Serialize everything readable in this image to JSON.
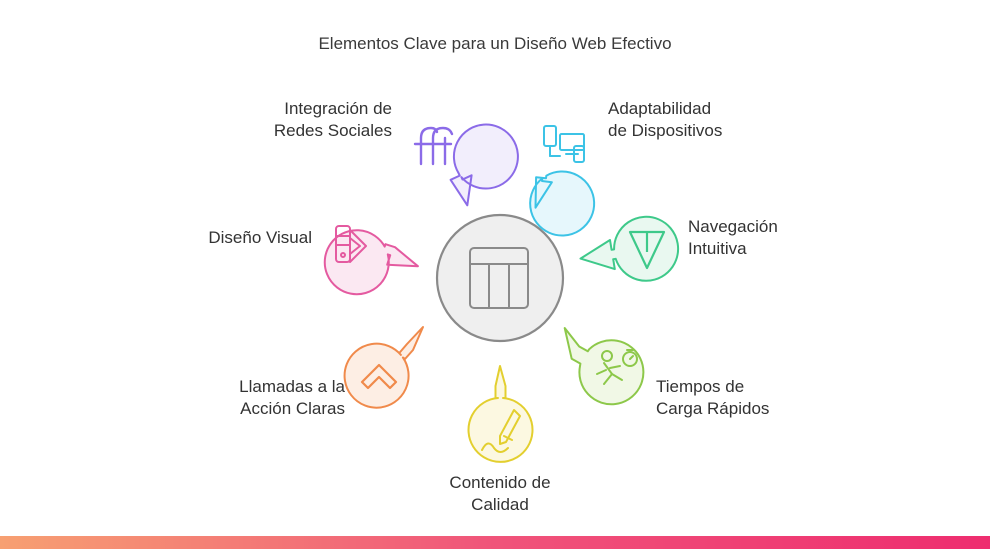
{
  "title": "Elementos Clave para un Diseño Web Efectivo",
  "center": {
    "icon": "table-layout-icon",
    "color": "#8a8a8a"
  },
  "nodes": [
    {
      "key": "social",
      "lines": [
        "Integración de",
        "Redes Sociales"
      ],
      "color": "#8b6be8",
      "icon": "ff-ligature-icon"
    },
    {
      "key": "devices",
      "lines": [
        "Adaptabilidad",
        "de Dispositivos"
      ],
      "color": "#3cc3e6",
      "icon": "devices-icon"
    },
    {
      "key": "nav",
      "lines": [
        "Navegación",
        "Intuitiva"
      ],
      "color": "#3ec98a",
      "icon": "triangle-pointer-icon"
    },
    {
      "key": "speed",
      "lines": [
        "Tiempos de",
        "Carga Rápidos"
      ],
      "color": "#8dc84a",
      "icon": "runner-stopwatch-icon"
    },
    {
      "key": "content",
      "lines": [
        "Contenido de",
        "Calidad"
      ],
      "color": "#e3cf2f",
      "icon": "pen-writing-icon"
    },
    {
      "key": "cta",
      "lines": [
        "Llamadas a la",
        "Acción Claras"
      ],
      "color": "#f08a4b",
      "icon": "chevron-up-icon"
    },
    {
      "key": "visual",
      "lines": [
        "Diseño Visual"
      ],
      "color": "#e45aa0",
      "icon": "color-swatch-icon"
    }
  ]
}
